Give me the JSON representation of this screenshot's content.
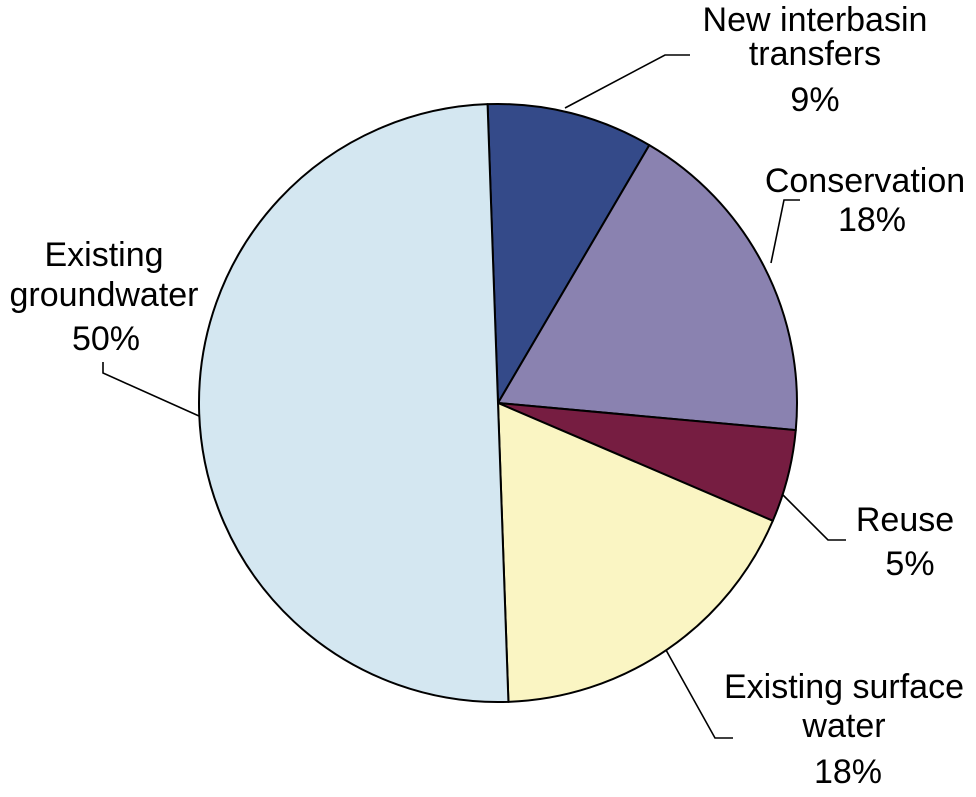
{
  "chart_data": {
    "type": "pie",
    "title": "",
    "start_angle_deg": -2,
    "direction": "clockwise",
    "slices": [
      {
        "label_lines": [
          "New interbasin",
          "transfers"
        ],
        "value": 9,
        "pct_text": "9%",
        "color": "#344A89"
      },
      {
        "label_lines": [
          "Conservation"
        ],
        "value": 18,
        "pct_text": "18%",
        "color": "#8A82B0"
      },
      {
        "label_lines": [
          "Reuse"
        ],
        "value": 5,
        "pct_text": "5%",
        "color": "#761D41"
      },
      {
        "label_lines": [
          "Existing surface",
          "water"
        ],
        "value": 18,
        "pct_text": "18%",
        "color": "#FAF5C3"
      },
      {
        "label_lines": [
          "Existing",
          "groundwater"
        ],
        "value": 50,
        "pct_text": "50%",
        "color": "#D4E7F1"
      }
    ]
  }
}
